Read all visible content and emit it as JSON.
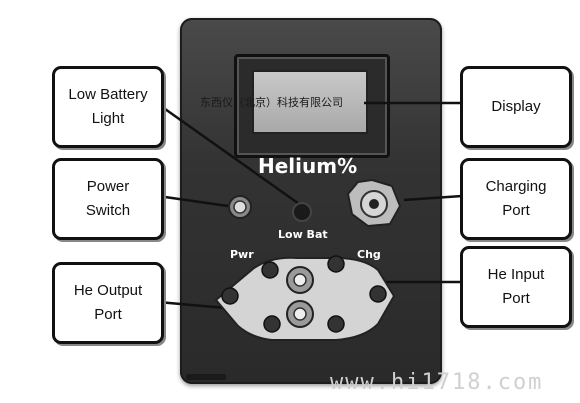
{
  "device": {
    "brand_label": "Helium%",
    "low_bat_label": "Low Bat",
    "pwr_label": "Pwr",
    "chg_label": "Chg"
  },
  "callouts": {
    "low_battery_light": [
      "Low Battery",
      "Light"
    ],
    "power_switch": [
      "Power",
      "Switch"
    ],
    "he_output_port": [
      "He Output",
      "Port"
    ],
    "display": [
      "Display"
    ],
    "charging_port": [
      "Charging",
      "Port"
    ],
    "he_input_port": [
      "He Input",
      "Port"
    ]
  },
  "overlay_text": "东西仪（北京）科技有限公司",
  "watermark": "www.hi1718.com"
}
